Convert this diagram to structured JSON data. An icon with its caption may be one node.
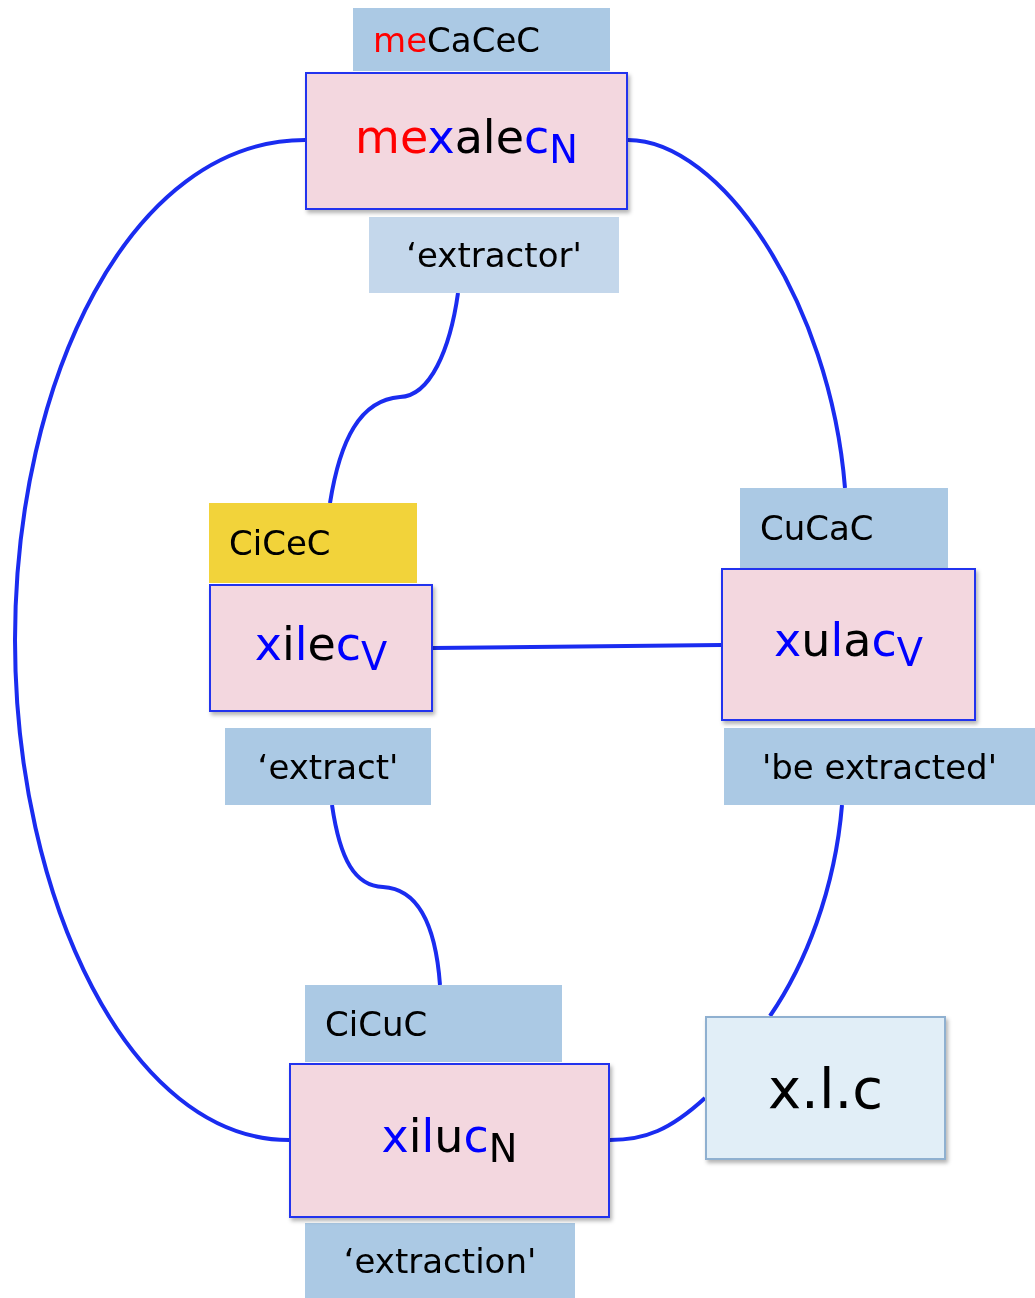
{
  "diagram": {
    "nodes": [
      {
        "text": [
          "meCaCeC"
        ]
      },
      {
        "text": [
          "mexalec$_{N}$"
        ]
      },
      {
        "text": [
          "‘extractor'"
        ]
      },
      {
        "text": [
          "CiCeC"
        ]
      },
      {
        "text": [
          "CuCaC"
        ]
      },
      {
        "text": [
          "xilec$_{V}$"
        ]
      },
      {
        "text": [
          "xulac$_{V}$"
        ]
      },
      {
        "text": [
          "‘extract'"
        ]
      },
      {
        "text": [
          "'be extracted'"
        ]
      },
      {
        "text": [
          "CiCuC"
        ]
      },
      {
        "text": [
          "x.l.c"
        ]
      },
      {
        "text": [
          "xiluc$_{N}$"
        ]
      },
      {
        "text": [
          "‘extraction'"
        ]
      }
    ],
    "edges": [
      {
        "from": 1,
        "to": 11,
        "arrow": "none"
      },
      {
        "from": 1,
        "to": 4,
        "arrow": "none"
      },
      {
        "from": 2,
        "to": 3,
        "arrow": "none"
      },
      {
        "from": 5,
        "to": 6,
        "arrow": "none"
      },
      {
        "from": 7,
        "to": 9,
        "arrow": "none"
      },
      {
        "from": 8,
        "to": 10,
        "arrow": "none"
      },
      {
        "from": 10,
        "to": 11,
        "arrow": "none"
      }
    ]
  }
}
